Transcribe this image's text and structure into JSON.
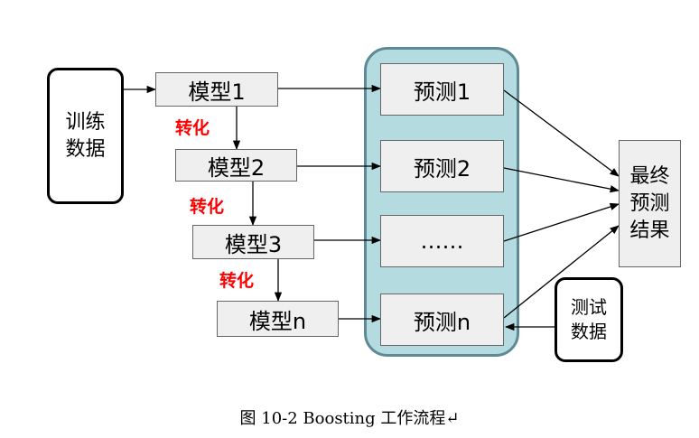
{
  "training_data": {
    "line1": "训练",
    "line2": "数据"
  },
  "models": [
    {
      "label": "模型1"
    },
    {
      "label": "模型2"
    },
    {
      "label": "模型3"
    },
    {
      "label": "模型n"
    }
  ],
  "convert_label": "转化",
  "predictions": [
    {
      "label": "预测1"
    },
    {
      "label": "预测2"
    },
    {
      "label": "……"
    },
    {
      "label": "预测n"
    }
  ],
  "final_prediction": {
    "line1": "最终",
    "line2": "预测",
    "line3": "结果"
  },
  "test_data": {
    "line1": "测试",
    "line2": "数据"
  },
  "caption": "图 10-2 Boosting 工作流程↵",
  "colors": {
    "panel_fill": "#b4dbe0",
    "panel_border": "#5d8a94",
    "convert_text": "#ff0000",
    "box_fill": "#efefef"
  }
}
